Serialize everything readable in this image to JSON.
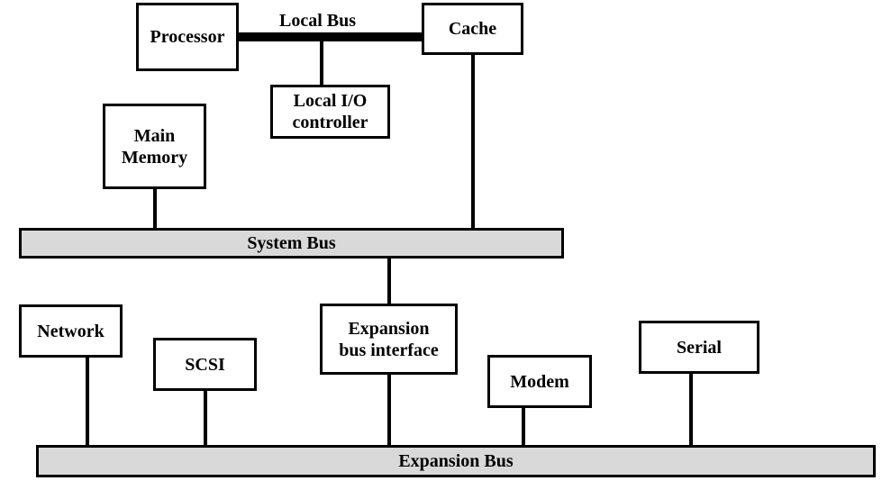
{
  "colors": {
    "bus_fill": "#d9d9d9",
    "box_fill": "#ffffff",
    "line": "#000000"
  },
  "labels": {
    "processor": "Processor",
    "local_bus": "Local Bus",
    "cache": "Cache",
    "local_io": "Local I/O\ncontroller",
    "main_memory": "Main\nMemory",
    "system_bus": "System Bus",
    "network": "Network",
    "scsi": "SCSI",
    "expansion_interface": "Expansion\nbus interface",
    "modem": "Modem",
    "serial": "Serial",
    "expansion_bus": "Expansion Bus"
  }
}
